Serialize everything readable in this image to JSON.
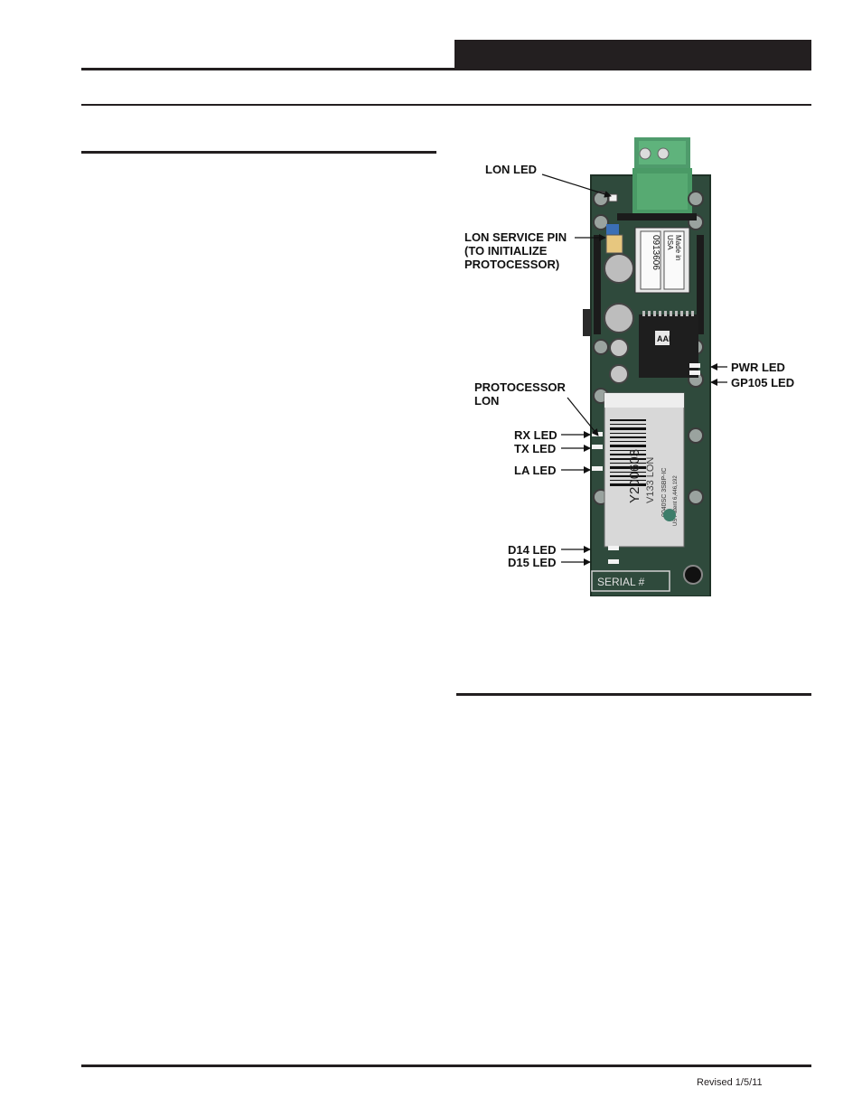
{
  "footer": {
    "revised": "Revised 1/5/11"
  },
  "figure": {
    "callouts": {
      "lon_led": "LON LED",
      "lon_service_pin": "LON SERVICE PIN\n(TO INITIALIZE\nPROTOCESSOR)",
      "protocessor_lon": "PROTOCESSOR\nLON",
      "rx_led": "RX LED",
      "tx_led": "TX LED",
      "la_led": "LA LED",
      "d14_led": "D14 LED",
      "d15_led": "D15 LED",
      "pwr_led": "PWR LED",
      "gp105_led": "GP105 LED"
    },
    "board": {
      "chip_serial": "0913606",
      "made_in": "Made in\nUSA",
      "chip_logo": "AAI",
      "module_code": "Y200603",
      "module_model": "V133 LON",
      "module_fine": "0040SC    3SBP-IC",
      "module_patent": "US Patent 6,446,192",
      "serial_label": "SERIAL #"
    }
  }
}
